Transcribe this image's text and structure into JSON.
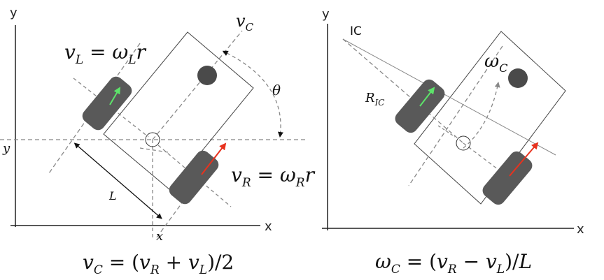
{
  "left": {
    "axis_x": "x",
    "axis_y": "y",
    "tick_x": "x",
    "tick_y": "y",
    "vc_label": "v",
    "vc_sub": "C",
    "vl_eq": {
      "lhs": "v",
      "lhs_sub": "L",
      "eq": " = ",
      "rhs": "ω",
      "rhs_sub": "L",
      "tail": "r"
    },
    "vr_eq": {
      "lhs": "v",
      "lhs_sub": "R",
      "eq": " = ",
      "rhs": "ω",
      "rhs_sub": "R",
      "tail": "r"
    },
    "theta": "θ",
    "length": "L",
    "formula": {
      "a": "v",
      "a_sub": "C",
      "b": " = (",
      "c": "v",
      "c_sub": "R",
      "d": " + ",
      "e": "v",
      "e_sub": "L",
      "f": ")/2"
    }
  },
  "right": {
    "axis_x": "x",
    "axis_y": "y",
    "ic": "IC",
    "omega_label": "ω",
    "omega_sub": "C",
    "ric": "R",
    "ric_sub": "IC",
    "formula": {
      "a": "ω",
      "a_sub": "C",
      "b": " = (",
      "c": "v",
      "c_sub": "R",
      "d": " − ",
      "e": "v",
      "e_sub": "L",
      "f": ")/",
      "g": "L"
    }
  },
  "colors": {
    "wheel": "#595959",
    "dot": "#4a4a4a",
    "dash": "#8a8a8a",
    "arrow_left_wheel": "#5de36a",
    "arrow_right_wheel": "#e8321e"
  }
}
